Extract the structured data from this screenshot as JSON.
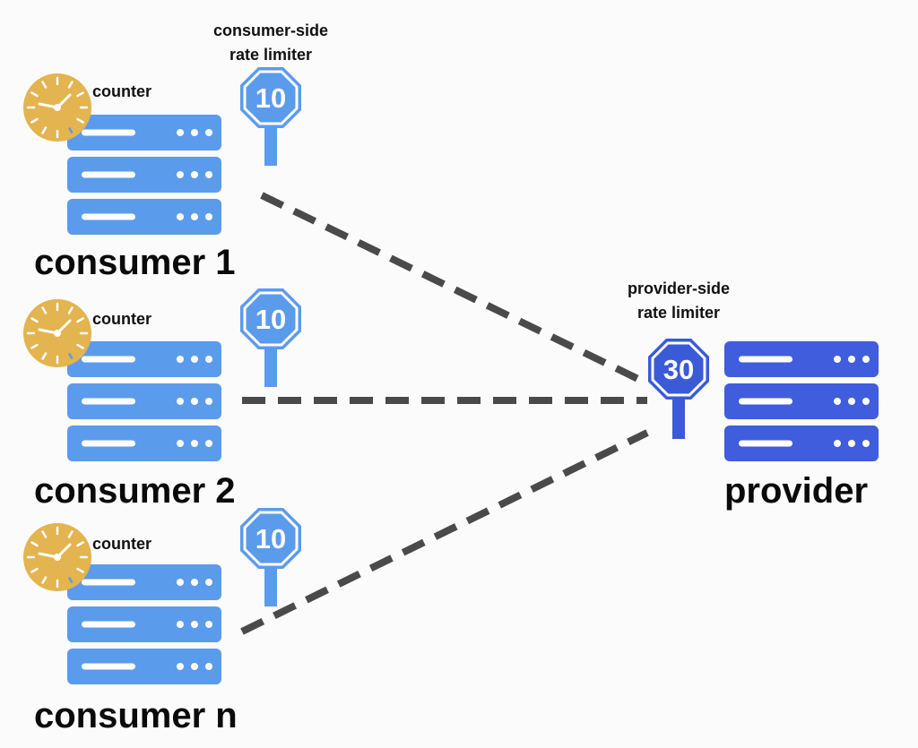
{
  "labels": {
    "consumer_limiter_title_line1": "consumer-side",
    "consumer_limiter_title_line2": "rate limiter",
    "provider_limiter_title_line1": "provider-side",
    "provider_limiter_title_line2": "rate limiter",
    "counter": "counter"
  },
  "consumers": [
    {
      "name": "consumer 1",
      "limit": "10"
    },
    {
      "name": "consumer 2",
      "limit": "10"
    },
    {
      "name": "consumer n",
      "limit": "10"
    }
  ],
  "provider": {
    "name": "provider",
    "limit": "30"
  },
  "colors": {
    "consumer_server": "#5b9bec",
    "provider_server": "#3f5ddd",
    "consumer_sign": "#5b9bec",
    "provider_sign": "#3a5ad8",
    "clock_face": "#e3b44f",
    "connection": "#4a4a4a",
    "background": "#fbfbfb"
  },
  "icons": {
    "clock": "clock-icon",
    "server": "server-icon",
    "sign": "octagon-sign-icon"
  }
}
